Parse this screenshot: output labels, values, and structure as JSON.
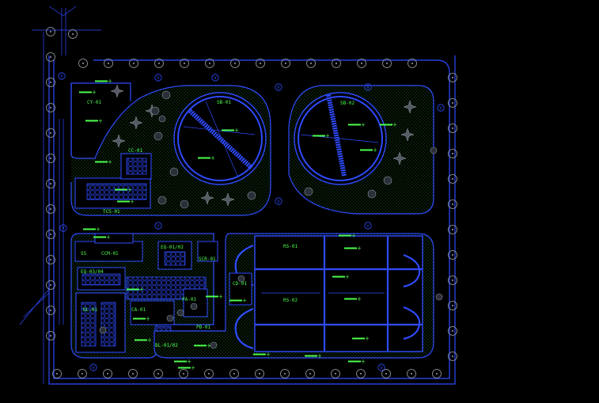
{
  "drawing": {
    "colors": {
      "background": "#000000",
      "wall": "#2f4bff",
      "label": "#4cff4c",
      "hatch": "#2a8a2a",
      "tree": "#9aa0a8"
    },
    "labels": {
      "cy01": "CY-01",
      "cc01": "CC-01",
      "tcs01": "TCS-01",
      "sb01": "SB-01",
      "sb02": "SB-02",
      "ss": "SS",
      "ccm01": "CCM-01",
      "eq": "EQ-01/02",
      "eq2": "EQ-03/04",
      "scr": "SCR-01",
      "dl01": "DL-01",
      "ca01": "CA-01",
      "pb": "PB-01",
      "bl01": "BL-01/02",
      "pa01": "PA-01",
      "rs01": "RS-01",
      "rs02": "RS-02",
      "cd01": "CD-01"
    },
    "north_marks": [
      "V",
      "V",
      "V",
      "V",
      "V",
      "V",
      "V",
      "V",
      "V",
      "V",
      "V",
      "V"
    ]
  }
}
